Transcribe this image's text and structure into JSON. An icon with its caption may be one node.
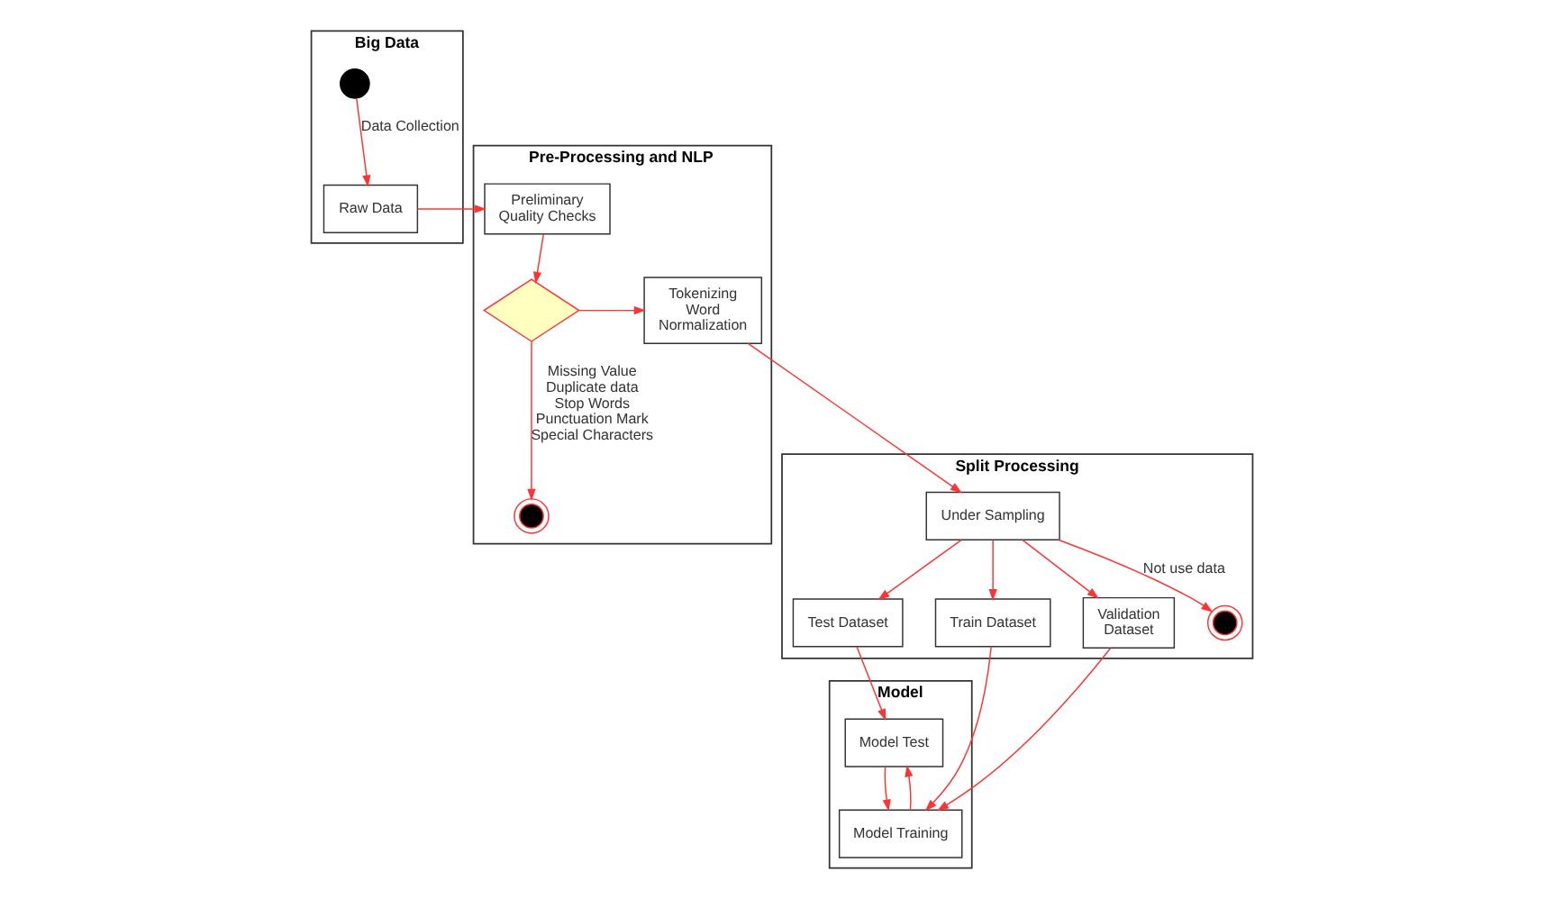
{
  "diagram": {
    "nodes": [
      {
        "text": [
          "Big Data"
        ]
      },
      {
        "text": [],
        "shape": "circle",
        "in": 0
      },
      {
        "text": [
          "Raw Data"
        ],
        "in": 0
      },
      {
        "text": [
          "Pre-Processing and NLP"
        ]
      },
      {
        "text": [
          "Preliminary Quality Checks"
        ],
        "in": 3
      },
      {
        "text": [],
        "shape": "diamond",
        "in": 3
      },
      {
        "text": [
          "Tokenizing Word Normalization"
        ],
        "in": 3
      },
      {
        "text": [],
        "shape": "bullseye",
        "in": 3
      },
      {
        "text": [
          "Split Processing"
        ]
      },
      {
        "text": [
          "Under Sampling"
        ],
        "in": 8
      },
      {
        "text": [
          "Test Dataset"
        ],
        "in": 8
      },
      {
        "text": [
          "Train Dataset"
        ],
        "in": 8
      },
      {
        "text": [
          "Validation Dataset"
        ],
        "in": 8
      },
      {
        "text": [],
        "shape": "bullseye",
        "in": 8
      },
      {
        "text": [
          "Model"
        ]
      },
      {
        "text": [
          "Model Test"
        ],
        "in": 14
      },
      {
        "text": [
          "Model Training"
        ],
        "in": 14
      }
    ],
    "edges": [
      {
        "from": 1,
        "to": 2,
        "arrow": "to",
        "label": "Data Collection"
      },
      {
        "from": 2,
        "to": 4,
        "arrow": "to"
      },
      {
        "from": 4,
        "to": 5,
        "arrow": "to"
      },
      {
        "from": 5,
        "to": 6,
        "arrow": "to"
      },
      {
        "from": 5,
        "to": 7,
        "arrow": "to",
        "label": "Missing Value Duplicate data Stop Words Punctuation Mark Special Characters"
      },
      {
        "from": 6,
        "to": 9,
        "arrow": "to"
      },
      {
        "from": 9,
        "to": 10,
        "arrow": "to"
      },
      {
        "from": 9,
        "to": 11,
        "arrow": "to"
      },
      {
        "from": 9,
        "to": 12,
        "arrow": "to"
      },
      {
        "from": 9,
        "to": 13,
        "arrow": "to",
        "label": "Not use data"
      },
      {
        "from": 10,
        "to": 15,
        "arrow": "to"
      },
      {
        "from": 11,
        "to": 16,
        "arrow": "to"
      },
      {
        "from": 12,
        "to": 16,
        "arrow": "to"
      },
      {
        "from": 16,
        "to": 15,
        "arrow": "to"
      },
      {
        "from": 15,
        "to": 16,
        "arrow": "to"
      }
    ]
  }
}
